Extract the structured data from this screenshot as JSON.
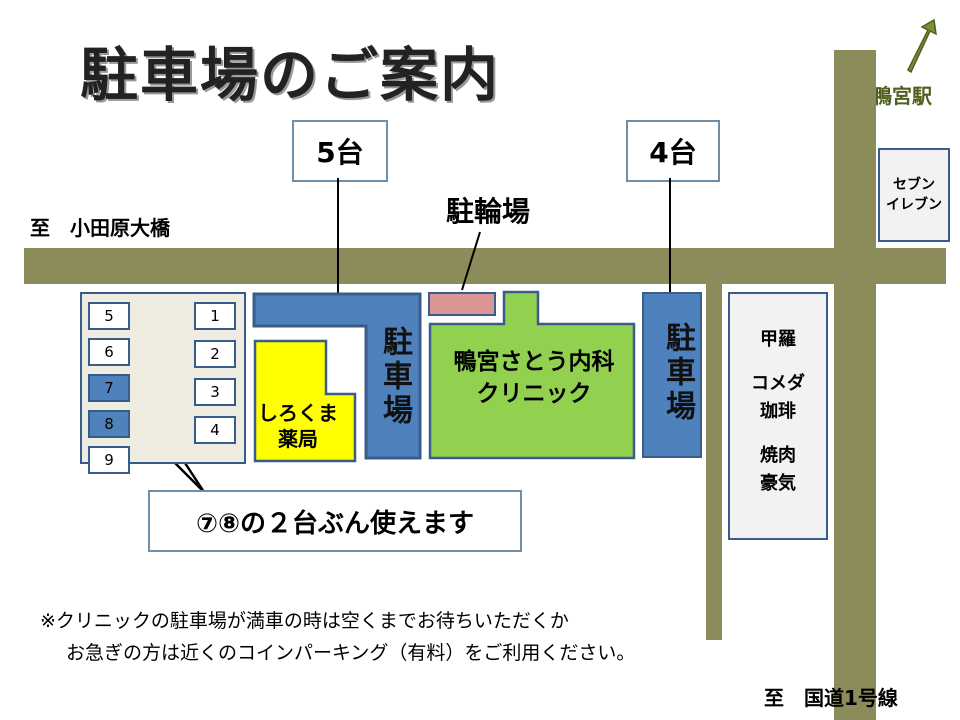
{
  "title": "駐車場のご案内",
  "station": {
    "label": "鴨宮駅",
    "arrow_color": "#7a8f3a"
  },
  "road_west_label": "至　小田原大橋",
  "road_south_label": "至　国道1号線",
  "callouts": {
    "five": "5台",
    "four": "4台",
    "bicycle": "駐輪場"
  },
  "parking_label": "駐車場",
  "clinic": {
    "line1": "鴨宮さとう内科",
    "line2": "クリニック"
  },
  "pharmacy": {
    "line1": "しろくま",
    "line2": "薬局"
  },
  "seven_eleven": {
    "line1": "セブン",
    "line2": "イレブン"
  },
  "shops": [
    {
      "line1": "甲羅",
      "line2": ""
    },
    {
      "line1": "コメダ",
      "line2": "珈琲"
    },
    {
      "line1": "焼肉",
      "line2": "豪気"
    }
  ],
  "lot_slots_left": [
    "5",
    "6",
    "7",
    "8",
    "9"
  ],
  "lot_slots_right": [
    "1",
    "2",
    "3",
    "4"
  ],
  "usable_text": "⑦⑧の２台ぶん使えます",
  "notes": [
    "※クリニックの駐車場が満車の時は空くまでお待ちいただくか",
    "お急ぎの方は近くのコインパーキング（有料）をご利用ください。"
  ],
  "colors": {
    "road": "#8c8c5a",
    "parking_blue": "#4f81bd",
    "clinic_green": "#92d050",
    "pharmacy_yellow": "#ffff00",
    "bicycle_pink": "#d99694"
  }
}
